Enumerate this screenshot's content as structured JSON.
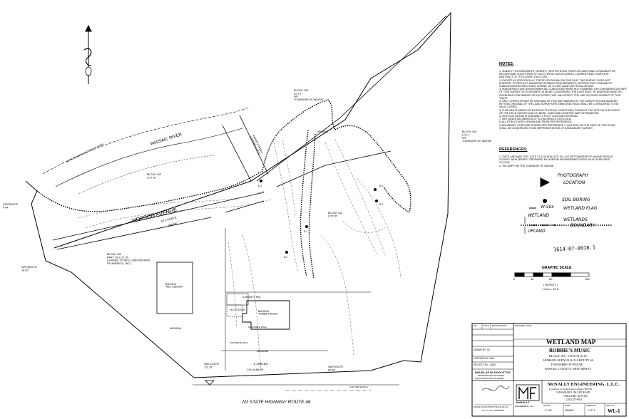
{
  "map_labels": {
    "river": "PASSAIC         RIVER",
    "river_bank": "APPROXIMATE BOTTOM OF BANK",
    "hobson_avenue": "HOBSON AVENUE",
    "hobson_bearing": "S74°44'45\"E",
    "hobson_distance": "480.08'",
    "block103_lot35_upper": "BLOCK 103\nLOT 35",
    "block103_lot35_center": "BLOCK 103\nLOT 35",
    "block103_lot35_part": "BLOCK 103\nPART OF LOT 35\n(LEASED TO RED LOBSTER INNS\nOF AMERICA, INC.)",
    "block106_lot1_top": "BLOCK 106\nLOT 1\nN/F\nTOWNSHIP OF WAYNE",
    "block106_lot1_right": "BLOCK 106\nLOT 1\nN/F\nTOWNSHIP OF WAYNE",
    "paper_street": "PAPER STREET\n(UNIMPROVED)",
    "upland": "UPLAND",
    "building_red_lobster": "BUILDING\n\"RED LOBSTER\"",
    "building_robbies": "BUILDING\n\"ROBBIE'S MUSIC\"",
    "concrete_pad": "CONCRETE PAD",
    "old_footing": "OLD FOOTING",
    "concrete_walk_1": "CONCRETE WALK",
    "concrete_walk_2": "CONCRETE WALK",
    "concrete_walk_3": "CONCRETE WALK",
    "macadam_1": "MACADAM",
    "macadam_2": "MACADAM",
    "highway": "NJ  STATE  HIGHWAY  ROUTE  46",
    "bearing_sw": "S35°38'00\"E\n4.44'",
    "bearing_w": "S20°38'00\"E\n10.00'",
    "bearing_bottom_left": "S86°14'00\"E\n711.16'",
    "curve": "L=250.82'",
    "chord": "CH=1486.99'",
    "bearing_bottom_right": "S84°59'00\"E\n66.96'",
    "soil_boring_a": "B-1",
    "soil_boring_b": "B-2",
    "soil_boring_c": "B-3",
    "soil_boring_d": "B-4",
    "soil_boring_e": "B-5"
  },
  "notes": {
    "title": "NOTES:",
    "items": [
      "1.  SUBJECT TO EASEMENTS, GRANTS, RESTRICTIONS, RIGHT-OF-WAYS AND COVENANTS OF",
      "    RECORD AND SUCH STATE OF FACTS WHICH AN ACCURATE, CURRENT AND COMPLETE",
      "    ABSTRACT OF TITLE MIGHT DISCLOSE.",
      "2.  EXCEPT AS SPECIFICALLY STATED OR SHOWN ON THIS PLAT, THIS SURVEY DOES NOT",
      "    PURPORT TO REFLECT MUNICIPAL SETBACK REQUIREMENTS, RESTRICTIVE COVENANTS,",
      "    SUBDIVISION RESTRICTIONS, ZONING OR OTHER LAND USE REGULATIONS.",
      "3.  SUBSURFACE AND ENVIRONMENTAL CONDITIONS WERE NOT EXAMINED OR CONSIDERED AS PART",
      "    OF THIS SURVEY. NO STATEMENT IS MADE CONCERNING THE EXISTENCE OF UNDERGROUND OR",
      "    OVERHEAD CONTAINERS OR FACILITIES THAT MAY AFFECT THE USE OR DEVELOPMENT OF THIS",
      "    TRACT.",
      "4.  ONLY COPIES FROM THE ORIGINAL OF THIS MAP MARKED BY THE SURVEYOR AND MARKED",
      "    WITH AN ORIGINAL OF THE LAND SURVEYORS EMBOSSED SEAL SHALL BE CONSIDERED TO BE",
      "    VALID COPIES.",
      "5.  THIS MAP IS BASED ON EXISTING PHYSICAL CONDITIONS FOUND AT THE SITE ON THE DATE/S",
      "    OF THE FIELD SURVEY AND ON DEED, FILED AND CHARTED MAP INFORMATION.",
      "6.  VERTICAL DATUM IS ASSUMED. 2 FOOT CONTOUR INTERVAL.",
      "7.  WETLANDS DELINEATED BY ECOSCIENCES ON 07/03/11.",
      "8.  ALL STRUCTURES SHOWN ARE FROM PER REFERENCE.",
      "9.  BOUNDARY LINES ARE SHOWN PER REFERENCE 1. NOTHING ON THE FACE OF THIS PLAN",
      "    SHALL BE CONSTRUED TO BE REPRESENTATIVE OF A BOUNDARY SURVEY."
    ]
  },
  "references": {
    "title": "REFERENCES:",
    "items": [
      "1.  \"WETLAND MAP, FOR, LOTS 31 & 35 IN BLOCK 103, IN THE TOWNSHIP OF WAYNE PASSAIC",
      "    COUNTY, NEW JERSEY\" PREPARED BY HOBSON ENGINEERING DATED 08-24-06 REVISED",
      "    12-13-06.",
      "2.  TAX MAP FOR THE TOWNSHIP OF WAYNE."
    ]
  },
  "legend": {
    "photo_line1": "PHOTOGRAPH",
    "photo_line2": "LOCATION",
    "soil_boring": "SOIL BORING",
    "flag_code": "W-50x",
    "wetland_flag": "WETLAND FLAG",
    "wetland_label": "WETLAND",
    "upland_label": "UPLAND",
    "boundary_line1": "WETLANDS",
    "boundary_line2": "BOUNDARY",
    "stamp": "1614-07-0018.1"
  },
  "scale": {
    "title": "GRAPHIC SCALE",
    "ticks": [
      "0",
      "40",
      "80",
      "160"
    ],
    "unit": "( IN FEET )",
    "ratio": "1 inch = 40 ft."
  },
  "title_block": {
    "rev_headers": [
      "NO.",
      "DATE",
      "DESCRIPTION"
    ],
    "drawn_by": "DRAWN BY:  DC",
    "checked_by": "CHECKED BY:  MAS",
    "project_no": "PROJECT No.:      11582",
    "drawing_title_label": "DRAWING TITLE",
    "map_title": "WETLAND MAP",
    "project_name": "ROBBIE'S MUSIC",
    "block_lots": "BLOCK 103 - LOTS 31 & 35",
    "address": "HOBSON AVENUE & 514 ROUTE 46",
    "township": "TOWNSHIP OF WAYNE",
    "county": "PASSAIC COUNTY, NEW JERSEY",
    "surveyor_name": "DOUGLAS W. DOOLITTLE",
    "surveyor_title1": "PROFESSIONAL ENGINEER,",
    "surveyor_title2": "LAND SURVEYOR & PLANNER",
    "signature_caption": "DOUGLAS W. DOOLITTLE  P.E.&P.L.S.",
    "license": "N.J. Lic. No. 24GB35455",
    "company": "McNALLY ENGINEERING, L.L.C.",
    "certificate": "Certificate of Authorization 24GA27928700",
    "street": "169 RAMAPO VALLEY ROAD",
    "city": "OAKLAND, NJ 07436",
    "phone": "(201) 337-9051",
    "logo_line1": "McNALLY",
    "logo_line2": "ENGINEERING, LLC",
    "scale_label": "SCALE",
    "scale_value": "1\"=40'",
    "date_label": "DATE",
    "date_value": "08/08/11",
    "sheet_label": "SHEET No.",
    "sheet_value": "1 OF 1",
    "dwg_label": "DWG No.",
    "dwg_no": "WL-1"
  }
}
